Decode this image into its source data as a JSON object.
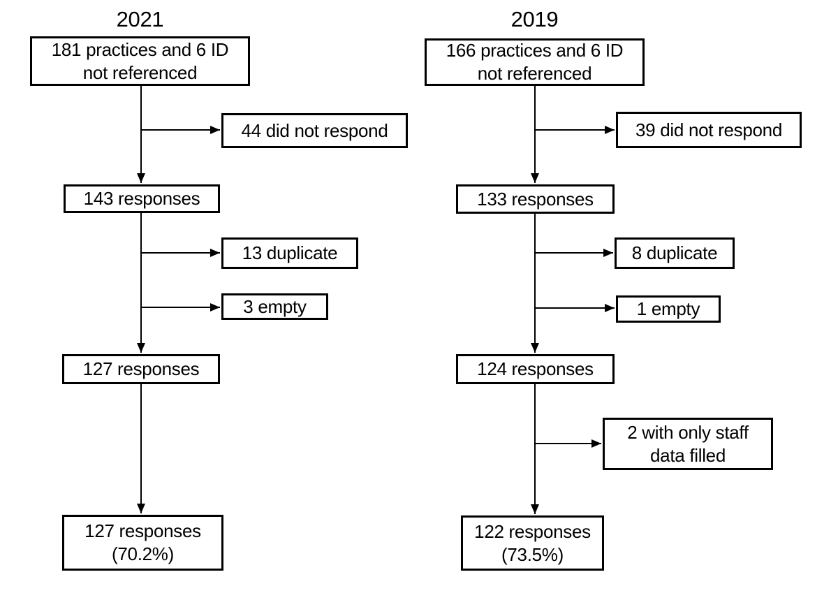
{
  "figure": {
    "type": "flow-diagram",
    "background_color": "#ffffff",
    "line_color": "#000000",
    "columns": [
      {
        "title": "2021",
        "main_boxes": [
          {
            "lines": [
              "181 practices and 6 ID",
              "not referenced"
            ]
          },
          {
            "lines": [
              "143 responses"
            ]
          },
          {
            "lines": [
              "127 responses"
            ]
          },
          {
            "lines": [
              "127 responses",
              "(70.2%)"
            ]
          }
        ],
        "side_boxes": [
          {
            "lines": [
              "44 did not respond"
            ]
          },
          {
            "lines": [
              "13 duplicate"
            ]
          },
          {
            "lines": [
              "3 empty"
            ]
          }
        ]
      },
      {
        "title": "2019",
        "main_boxes": [
          {
            "lines": [
              "166 practices and 6 ID",
              "not referenced"
            ]
          },
          {
            "lines": [
              "133 responses"
            ]
          },
          {
            "lines": [
              "124 responses"
            ]
          },
          {
            "lines": [
              "122 responses",
              "(73.5%)"
            ]
          }
        ],
        "side_boxes": [
          {
            "lines": [
              "39 did not respond"
            ]
          },
          {
            "lines": [
              "8 duplicate"
            ]
          },
          {
            "lines": [
              "1 empty"
            ]
          },
          {
            "lines": [
              "2 with only staff",
              "data filled"
            ]
          }
        ]
      }
    ]
  }
}
